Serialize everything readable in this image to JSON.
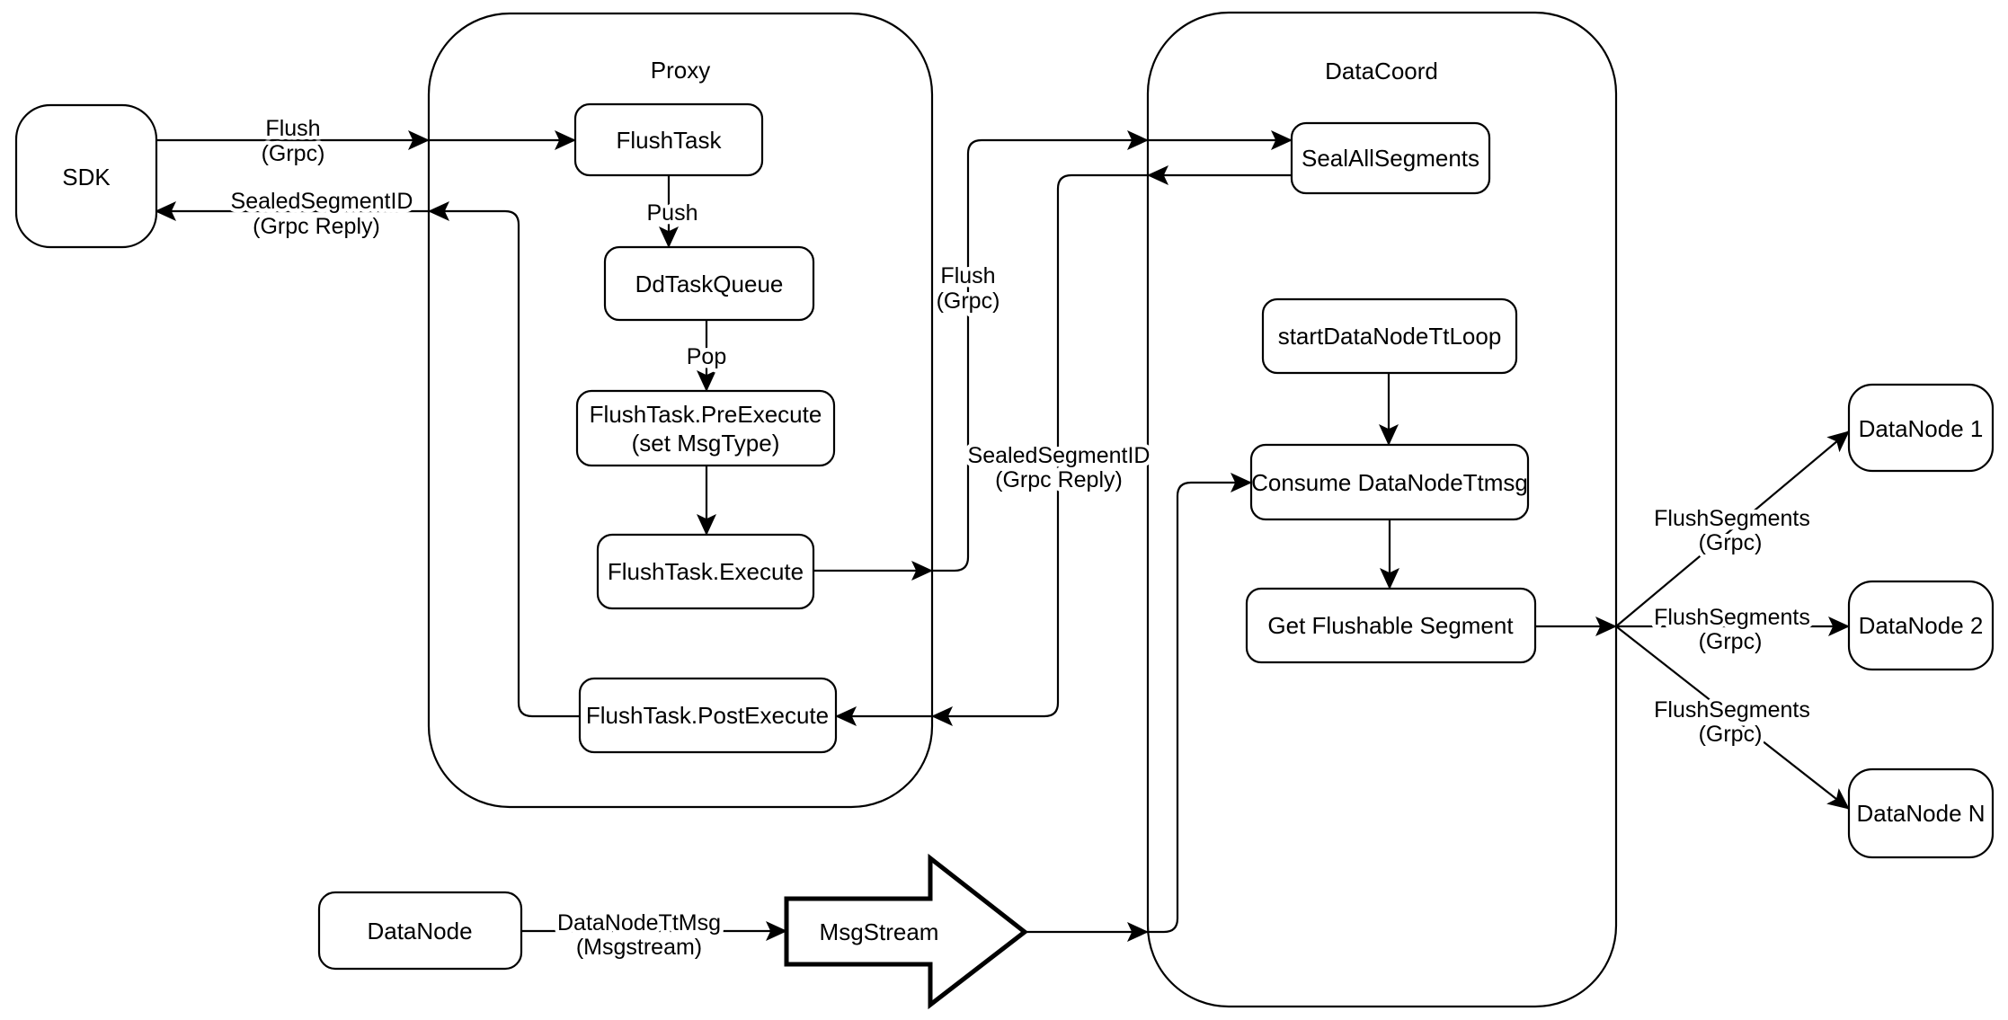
{
  "diagram": {
    "colors": {
      "background": "#ffffff",
      "stroke": "#000000"
    },
    "containers": {
      "proxy": {
        "title": "Proxy"
      },
      "datacoord": {
        "title": "DataCoord"
      }
    },
    "nodes": {
      "sdk": {
        "label": "SDK"
      },
      "flush_task": {
        "label": "FlushTask"
      },
      "dd_task_queue": {
        "label": "DdTaskQueue"
      },
      "pre_execute": {
        "label": "FlushTask.PreExecute",
        "sublabel": "(set MsgType)"
      },
      "execute": {
        "label": "FlushTask.Execute"
      },
      "post_execute": {
        "label": "FlushTask.PostExecute"
      },
      "seal_all_segments": {
        "label": "SealAllSegments"
      },
      "start_data_node_tt_loop": {
        "label": "startDataNodeTtLoop"
      },
      "consume_data_node_ttmsg": {
        "label": "Consume DataNodeTtmsg"
      },
      "get_flushable_segment": {
        "label": "Get Flushable Segment"
      },
      "data_node_1": {
        "label": "DataNode 1"
      },
      "data_node_2": {
        "label": "DataNode 2"
      },
      "data_node_n": {
        "label": "DataNode N"
      },
      "data_node": {
        "label": "DataNode"
      },
      "msg_stream": {
        "label": "MsgStream"
      }
    },
    "edge_labels": {
      "flush_grpc_sdk": {
        "line1": "Flush",
        "line2": "(Grpc)"
      },
      "sealed_segment_id_sdk": {
        "line1": "SealedSegmentID",
        "line2": "(Grpc Reply)"
      },
      "push": {
        "label": "Push"
      },
      "pop": {
        "label": "Pop"
      },
      "flush_grpc_mid": {
        "line1": "Flush",
        "line2": "(Grpc)"
      },
      "sealed_segment_id_mid": {
        "line1": "SealedSegmentID",
        "line2": "(Grpc Reply)"
      },
      "flush_segments_1": {
        "line1": "FlushSegments",
        "line2": "(Grpc)"
      },
      "flush_segments_2": {
        "line1": "FlushSegments",
        "line2": "(Grpc)"
      },
      "flush_segments_3": {
        "line1": "FlushSegments",
        "line2": "(Grpc)"
      },
      "data_node_tt_msg": {
        "line1": "DataNodeTtMsg",
        "line2": "(Msgstream)"
      }
    }
  }
}
